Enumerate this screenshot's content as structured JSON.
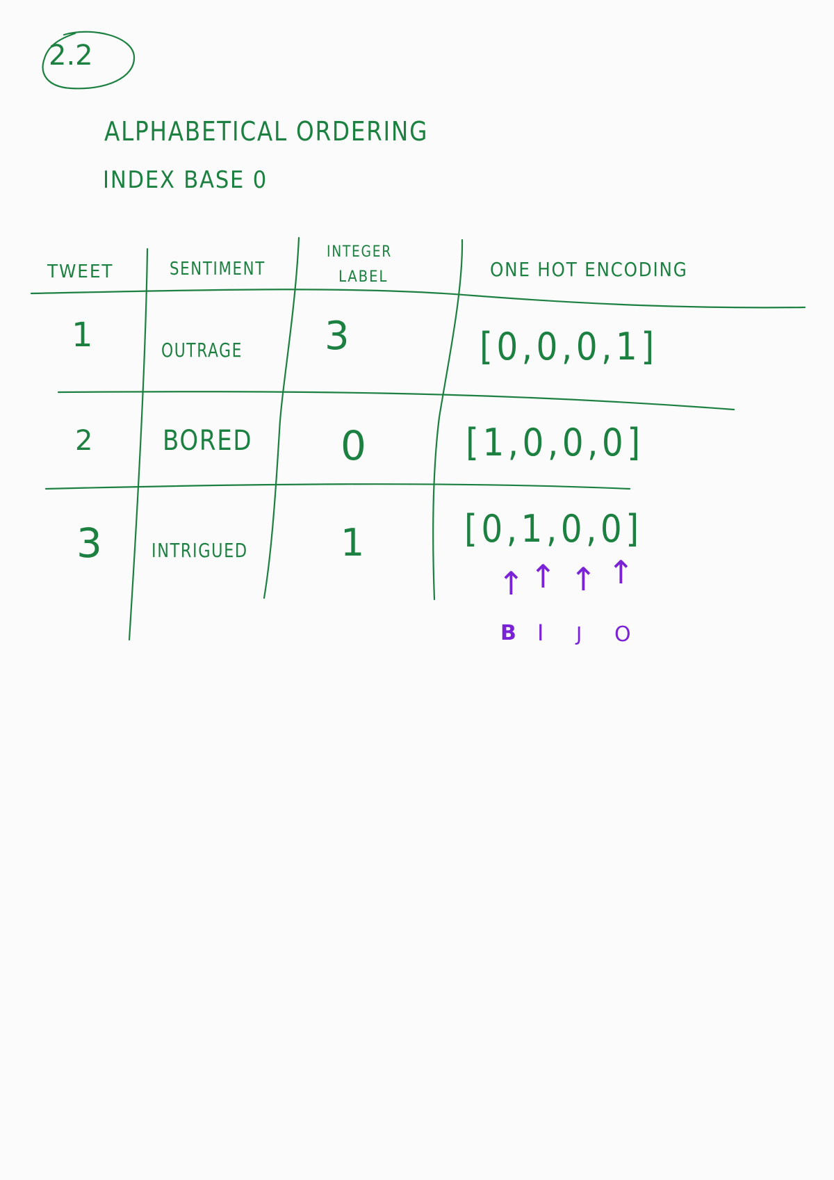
{
  "section_number": "2.2",
  "notes": {
    "line1": "ALPHABETICAL ORDERING",
    "line2": "INDEX BASE 0"
  },
  "table": {
    "headers": {
      "tweet": "TWEET",
      "sentiment": "SENTIMENT",
      "integer_label_line1": "INTEGER",
      "integer_label_line2": "LABEL",
      "one_hot": "ONE HOT ENCODING"
    },
    "rows": [
      {
        "tweet": "1",
        "sentiment": "OUTRAGE",
        "integer_label": "3",
        "one_hot": "[0,0,0,1]"
      },
      {
        "tweet": "2",
        "sentiment": "BORED",
        "integer_label": "0",
        "one_hot": "[1,0,0,0]"
      },
      {
        "tweet": "3",
        "sentiment": "INTRIGUED",
        "integer_label": "1",
        "one_hot": "[0,1,0,0]"
      }
    ]
  },
  "annotation": {
    "arrow_glyph": "↑",
    "letters": [
      "B",
      "I",
      "J",
      "O"
    ]
  },
  "colors": {
    "ink_green": "#1c8040",
    "ink_violet": "#7a22d6",
    "paper": "#fbfbfb"
  }
}
